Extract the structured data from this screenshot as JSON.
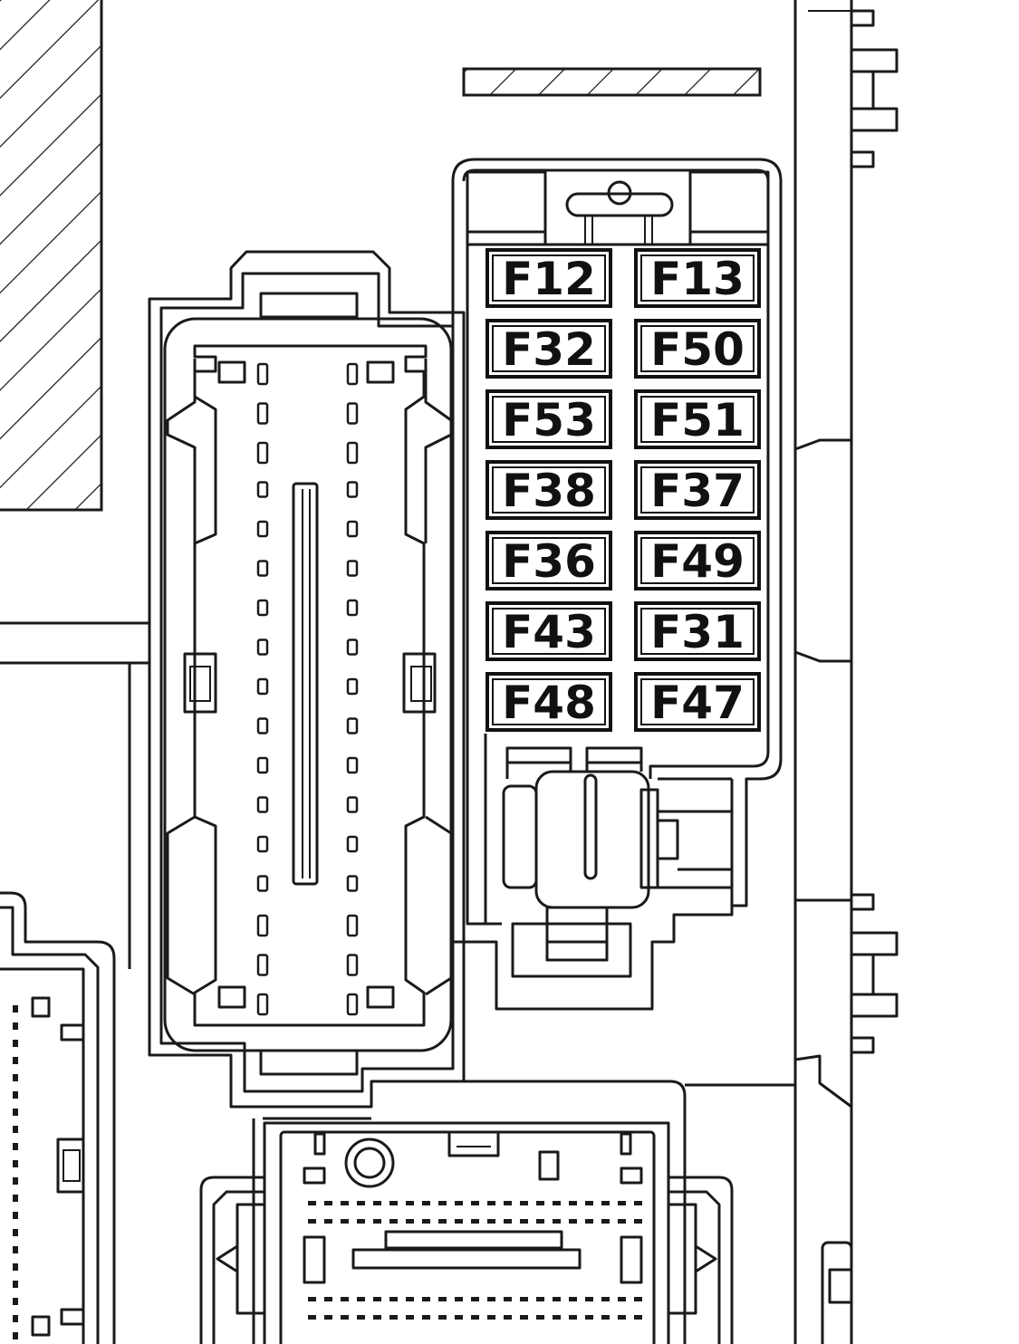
{
  "fuse_box": {
    "fuses": [
      {
        "label": "F12"
      },
      {
        "label": "F13"
      },
      {
        "label": "F32"
      },
      {
        "label": "F50"
      },
      {
        "label": "F53"
      },
      {
        "label": "F51"
      },
      {
        "label": "F38"
      },
      {
        "label": "F37"
      },
      {
        "label": "F36"
      },
      {
        "label": "F49"
      },
      {
        "label": "F43"
      },
      {
        "label": "F31"
      },
      {
        "label": "F48"
      },
      {
        "label": "F47"
      }
    ]
  },
  "colors": {
    "line": "#1a1a1a",
    "background": "#ffffff"
  }
}
